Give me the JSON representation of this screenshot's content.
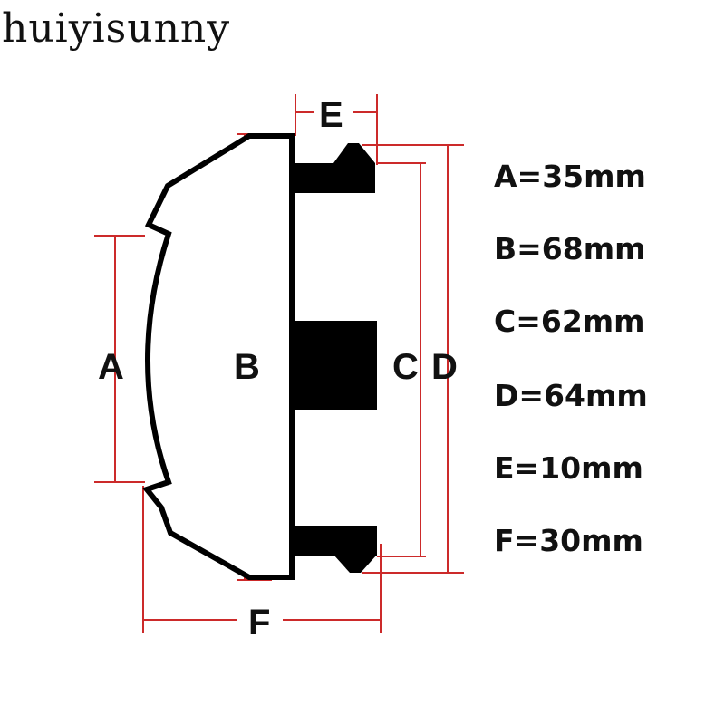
{
  "watermark": "huiyisunny",
  "colors": {
    "outline": "#000000",
    "dimension_line": "#cc2a2a"
  },
  "labels": {
    "a": "A",
    "b": "B",
    "c": "C",
    "d": "D",
    "e": "E",
    "f": "F"
  },
  "specs": [
    {
      "text": "A=35mm"
    },
    {
      "text": "B=68mm"
    },
    {
      "text": "C=62mm"
    },
    {
      "text": "D=64mm"
    },
    {
      "text": "E=10mm"
    },
    {
      "text": "F=30mm"
    }
  ]
}
